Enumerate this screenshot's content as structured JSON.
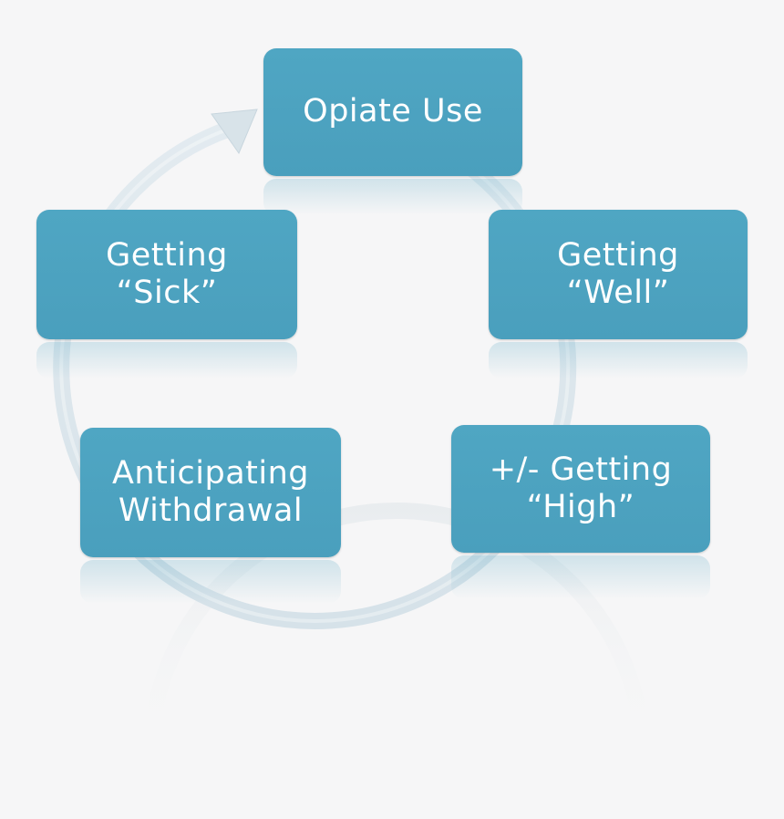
{
  "diagram": {
    "type": "cycle",
    "nodes": [
      {
        "id": "opiate",
        "label": "Opiate Use"
      },
      {
        "id": "well",
        "label": "Getting\n“Well”"
      },
      {
        "id": "high",
        "label": "+/- Getting\n“High”"
      },
      {
        "id": "anticip",
        "label": "Anticipating\nWithdrawal"
      },
      {
        "id": "sick",
        "label": "Getting\n“Sick”"
      }
    ],
    "flow": "clockwise",
    "colors": {
      "node_fill": "#4ea4c2",
      "node_text": "#ffffff",
      "ring": "#dbe6ec",
      "background": "#f6f6f7"
    }
  }
}
